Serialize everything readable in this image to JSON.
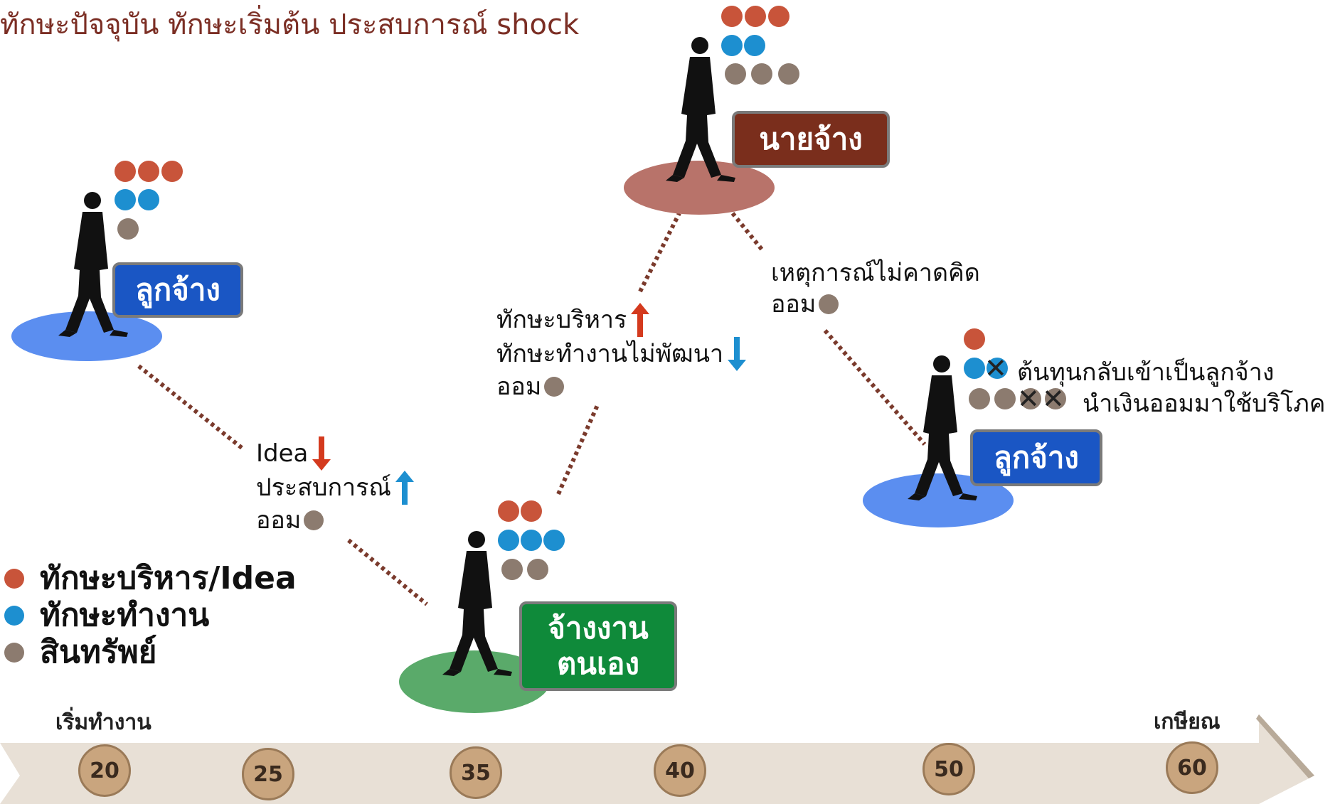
{
  "title": "ทักษะปัจจุบัน ทักษะเริ่มต้น ประสบการณ์ shock",
  "stages": {
    "employee_start": {
      "label": "ลูกจ้าง"
    },
    "self_employed": {
      "label_line1": "จ้างงาน",
      "label_line2": "ตนเอง"
    },
    "employer": {
      "label": "นายจ้าง"
    },
    "employee_end": {
      "label": "ลูกจ้าง"
    }
  },
  "notes": {
    "transition1": {
      "line1": "Idea",
      "line2": "ประสบการณ์",
      "line3": "ออม"
    },
    "transition2": {
      "line1": "ทักษะบริหาร",
      "line2": "ทักษะทำงานไม่พัฒนา",
      "line3": "ออม"
    },
    "transition3": {
      "line1": "เหตุการณ์ไม่คาดคิด",
      "line2": "ออม"
    },
    "end_note1": "ต้นทุนกลับเข้าเป็นลูกจ้าง",
    "end_note2": "นำเงินออมมาใช้บริโภค"
  },
  "legend": {
    "items": [
      {
        "label": "ทักษะบริหาร/Idea",
        "color": "#c8543a"
      },
      {
        "label": "ทักษะทำงาน",
        "color": "#1d8fd0"
      },
      {
        "label": "สินทรัพย์",
        "color": "#8c7b6f"
      }
    ]
  },
  "timeline": {
    "start_label": "เริ่มทำงาน",
    "end_label": "เกษียณ",
    "ages": [
      "20",
      "25",
      "35",
      "40",
      "50",
      "60"
    ]
  },
  "colors": {
    "management": "#c8543a",
    "work_skill": "#1d8fd0",
    "assets": "#8c7b6f",
    "employee_box": "#1a56c4",
    "self_employed_box": "#0f8a3a",
    "employer_box": "#7a2e1c"
  }
}
